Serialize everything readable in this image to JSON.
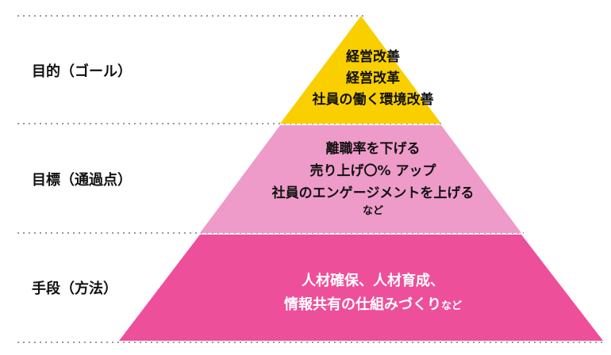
{
  "colors": {
    "top": "#F9CF00",
    "middle": "#EE9BC9",
    "bottom": "#EE4F9A",
    "divider": "#999999",
    "dark_text": "#111111",
    "light_text": "#FFFFFF"
  },
  "tiers": [
    {
      "label": "目的（ゴール）",
      "lines": [
        "経営改善",
        "経営改革",
        "社員の働く環境改善"
      ]
    },
    {
      "label": "目標（通過点）",
      "lines": [
        "離職率を下げる",
        "売り上げ〇% アップ",
        "社員のエンゲージメントを上げる"
      ],
      "note": "など"
    },
    {
      "label": "手段（方法）",
      "lines": [
        "人材確保、人材育成、",
        "情報共有の仕組みづくり"
      ],
      "suffix": "など"
    }
  ]
}
